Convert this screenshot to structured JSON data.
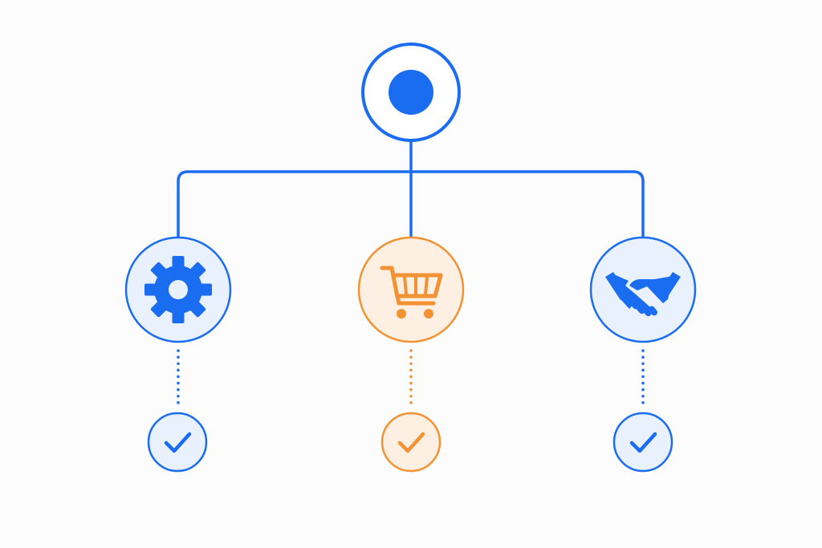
{
  "colors": {
    "background": "#fcfcfc",
    "primary": "#1a6cf0",
    "primary_light_fill": "#e8f1fd",
    "accent": "#f39233",
    "accent_light_fill": "#fdefe1",
    "white": "#ffffff"
  },
  "root": {
    "icon": "filled-dot-icon",
    "color": "primary"
  },
  "branches": [
    {
      "id": "settings",
      "icon": "gear-icon",
      "color": "primary",
      "fill": "primary_light_fill",
      "status_icon": "checkmark-icon"
    },
    {
      "id": "cart",
      "icon": "shopping-cart-icon",
      "color": "accent",
      "fill": "accent_light_fill",
      "status_icon": "checkmark-icon"
    },
    {
      "id": "partnership",
      "icon": "handshake-icon",
      "color": "primary",
      "fill": "primary_light_fill",
      "status_icon": "checkmark-icon"
    }
  ]
}
